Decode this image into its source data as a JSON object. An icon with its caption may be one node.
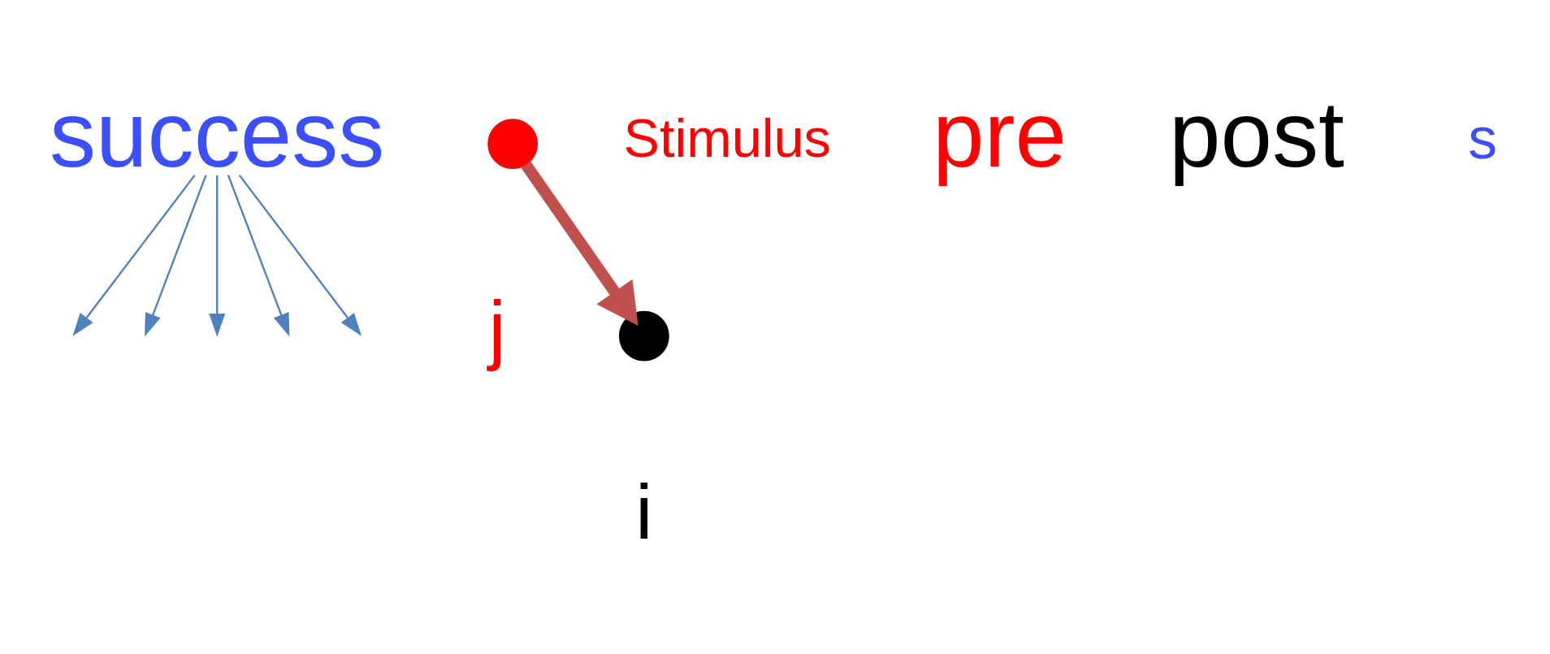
{
  "diagram": {
    "nodes": [
      {
        "text": [
          "success"
        ]
      },
      {
        "text": [],
        "shape": "circle",
        "beside": [
          "j"
        ]
      },
      {
        "text": [],
        "shape": "circle",
        "beside": [
          "i"
        ]
      }
    ],
    "edges": [
      {
        "from": 0,
        "to": null,
        "arrow": "to"
      },
      {
        "from": 0,
        "to": null,
        "arrow": "to"
      },
      {
        "from": 0,
        "to": null,
        "arrow": "to"
      },
      {
        "from": 0,
        "to": null,
        "arrow": "to"
      },
      {
        "from": 0,
        "to": null,
        "arrow": "to"
      },
      {
        "from": 1,
        "to": 2,
        "arrow": "to",
        "style": "thick",
        "color": "#c0504d"
      }
    ],
    "labels": [
      "Stimulus",
      "pre",
      "post",
      "s"
    ]
  }
}
